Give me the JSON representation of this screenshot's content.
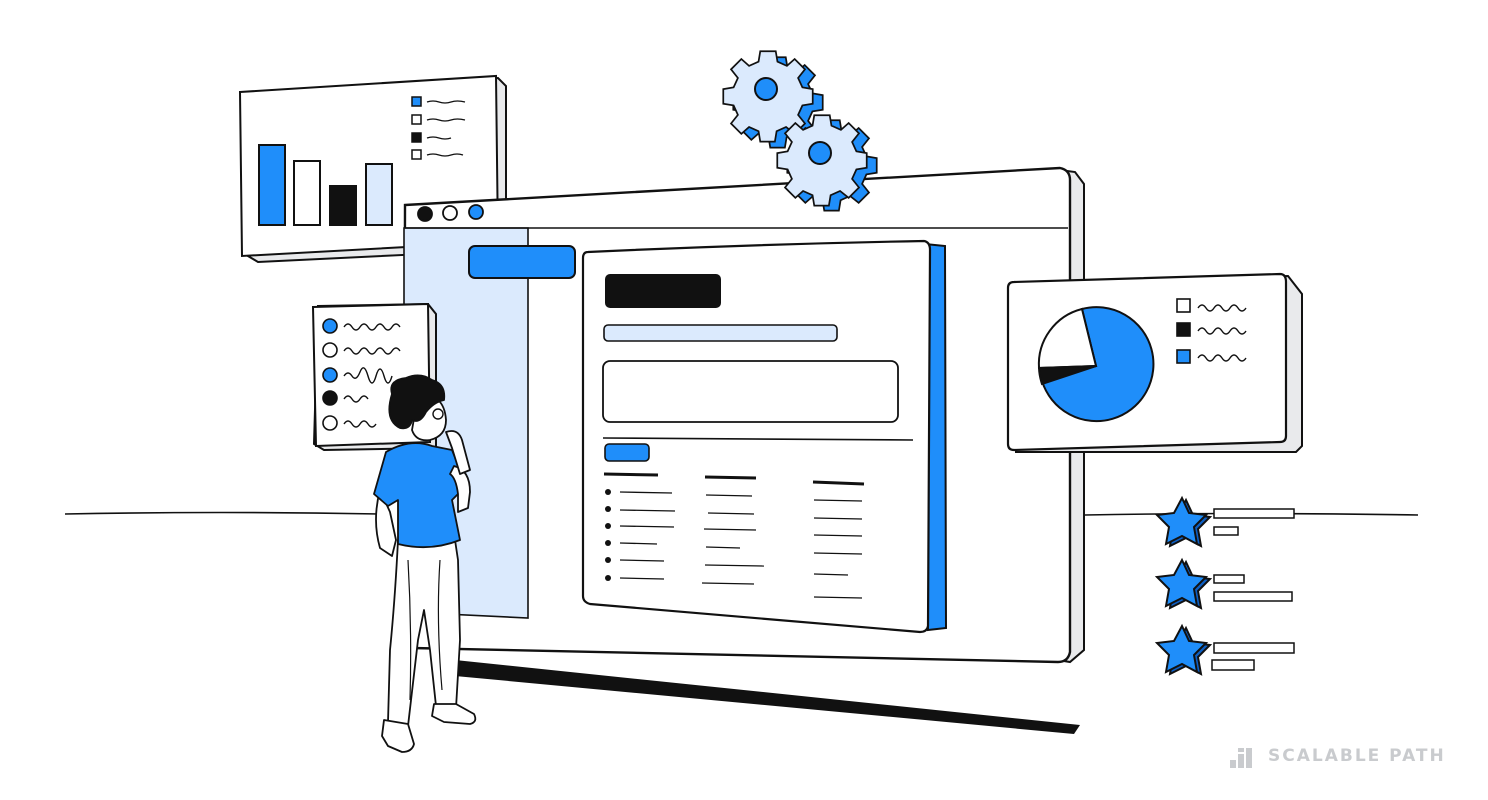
{
  "brand": {
    "name": "SCALABLE PATH",
    "logo_icon": "bar-steps-icon"
  },
  "colors": {
    "accent": "#1f8efa",
    "accent_light": "#dbeafd",
    "ink": "#111111",
    "panel": "#ffffff",
    "panel_side": "#e9eaec",
    "brand_gray": "#c9cbce"
  },
  "window": {
    "controls": [
      "close-dot-black",
      "minimize-dot-white",
      "maximize-dot-blue"
    ]
  },
  "bar_widget": {
    "bar_fills": [
      "blue",
      "white",
      "black",
      "light-blue"
    ],
    "legend_swatches": [
      "blue",
      "white",
      "black",
      "white"
    ]
  },
  "list_widget": {
    "item_states": [
      "blue",
      "white",
      "blue",
      "black",
      "white"
    ]
  },
  "pie_widget": {
    "legend_swatches": [
      "white",
      "black",
      "blue"
    ]
  },
  "ratings": {
    "rows": 3,
    "icon": "star-icon"
  }
}
